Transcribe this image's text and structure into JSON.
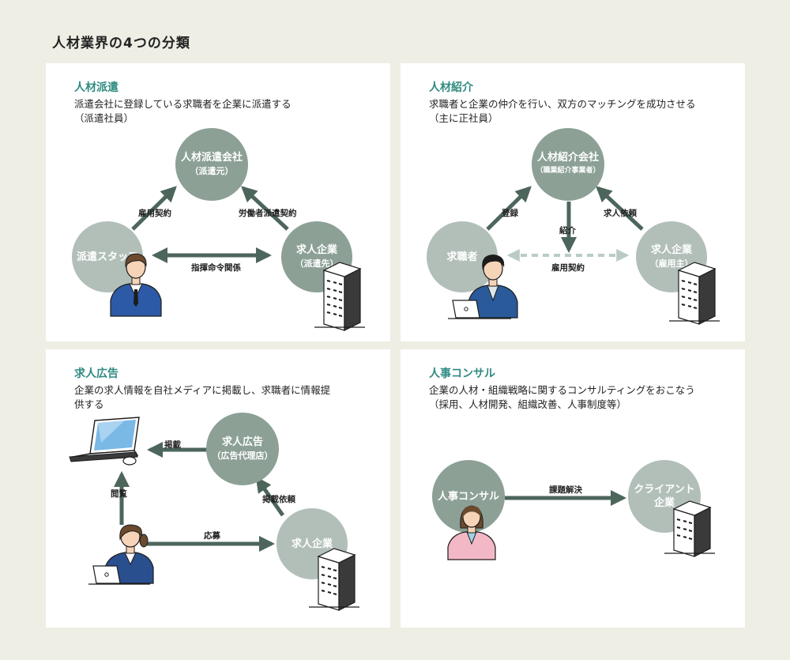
{
  "page_title": "人材業界の4つの分類",
  "colors": {
    "arrow": "#4d665c",
    "arrow_dashed": "#b9ccc4",
    "node_dark": "#8ca096",
    "node_light": "#b2bfb9",
    "title_accent": "#2e8a80"
  },
  "panel1": {
    "title": "人材派遣",
    "desc": "派遣会社に登録している求職者を企業に派遣する\n（派遣社員）",
    "node_top": {
      "name": "人材派遣会社",
      "sub": "（派遣元）"
    },
    "node_left": {
      "name": "派遣スタッフ"
    },
    "node_right": {
      "name": "求人企業",
      "sub": "（派遣先）"
    },
    "label_left": "雇用契約",
    "label_right": "労働者派遣契約",
    "label_bottom": "指揮命令関係"
  },
  "panel2": {
    "title": "人材紹介",
    "desc": "求職者と企業の仲介を行い、双方のマッチングを成功させる\n（主に正社員）",
    "node_top": {
      "name": "人材紹介会社",
      "sub": "（職業紹介事業者）"
    },
    "node_left": {
      "name": "求職者"
    },
    "node_right": {
      "name": "求人企業",
      "sub": "（雇用主）"
    },
    "label_left": "登録",
    "label_center": "紹介",
    "label_right": "求人依頼",
    "label_bottom": "雇用契約"
  },
  "panel3": {
    "title": "求人広告",
    "desc": "企業の求人情報を自社メディアに掲載し、求職者に情報提\n供する",
    "node_top": {
      "name": "求人広告",
      "sub": "（広告代理店）"
    },
    "node_right": {
      "name": "求人企業"
    },
    "label_post": "掲載",
    "label_view": "閲覧",
    "label_request": "掲載依頼",
    "label_apply": "応募"
  },
  "panel4": {
    "title": "人事コンサル",
    "desc": "企業の人材・組織戦略に関するコンサルティングをおこなう\n（採用、人材開発、組織改善、人事制度等）",
    "node_left": {
      "name": "人事コンサル"
    },
    "node_right": {
      "name": "クライアント",
      "name2": "企業"
    },
    "label_arrow": "課題解決"
  }
}
